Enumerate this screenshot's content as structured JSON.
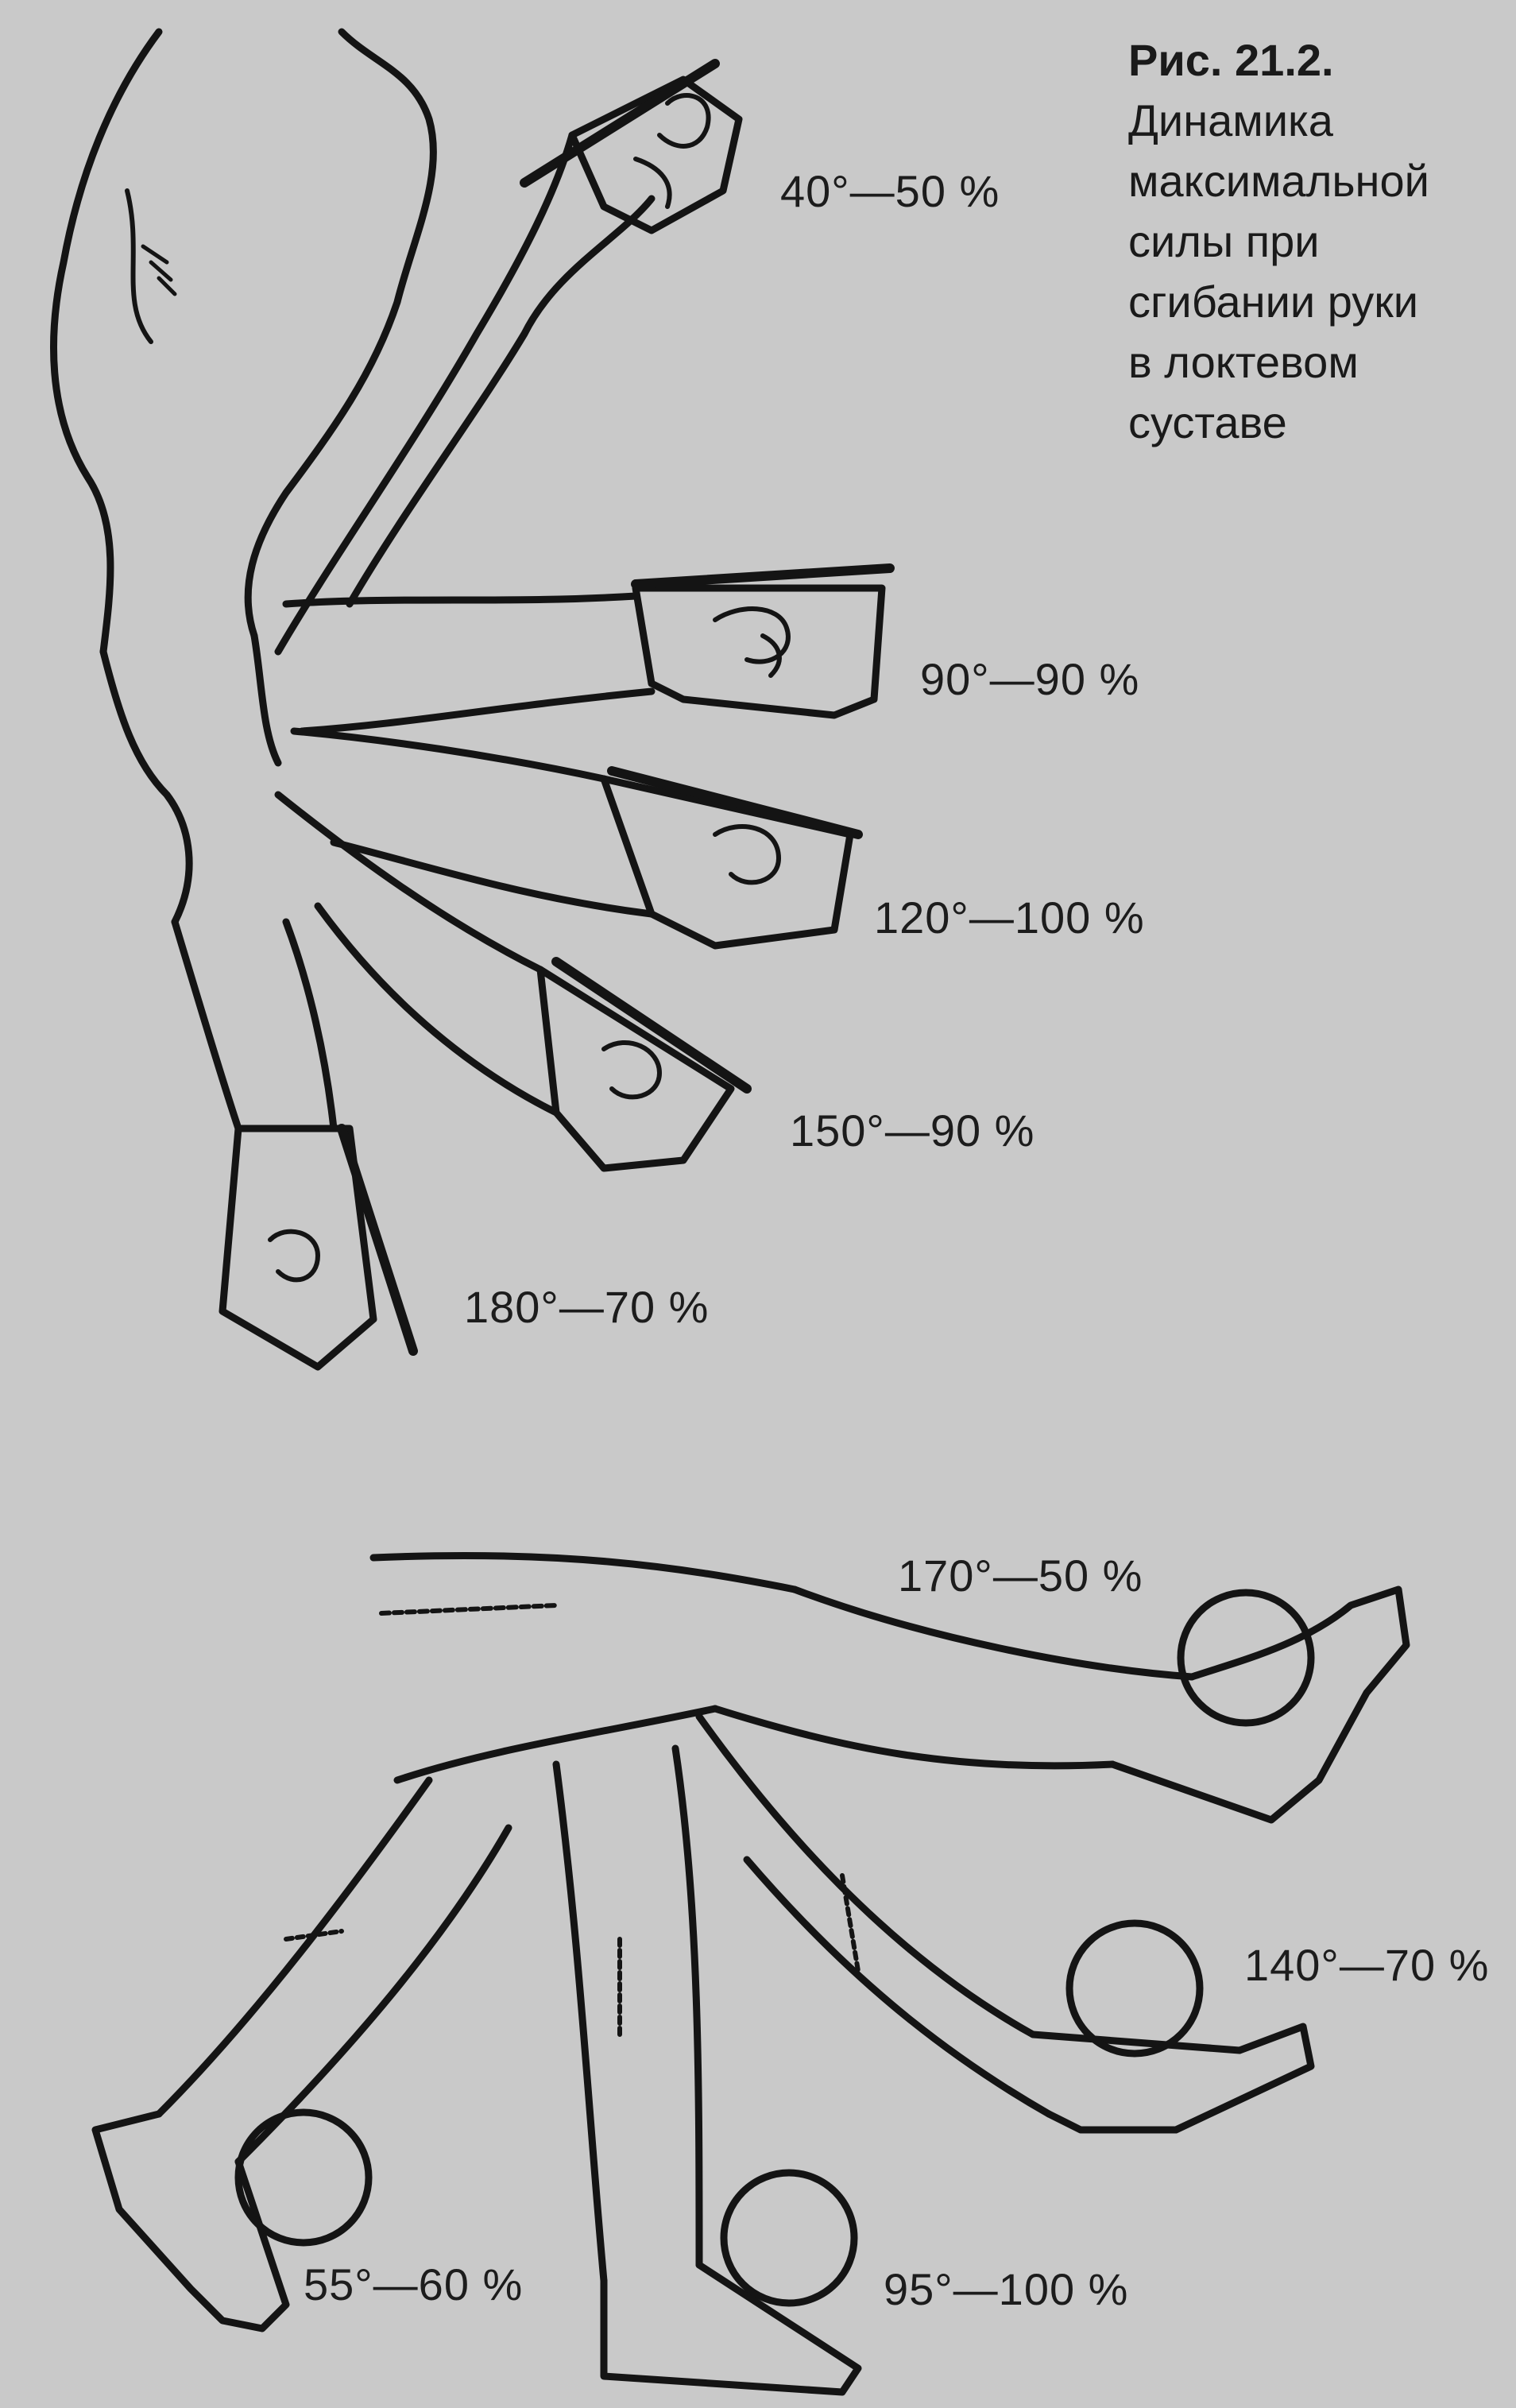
{
  "figure": {
    "title": "Рис. 21.2.",
    "caption_lines": [
      "Динамика",
      "максимальной",
      "силы при",
      "сгибании руки",
      "в локтевом",
      "суставе"
    ]
  },
  "arm_labels": {
    "a40": "40°—50 %",
    "a90": "90°—90 %",
    "a120": "120°—100 %",
    "a150": "150°—90 %",
    "a180": "180°—70 %"
  },
  "leg_labels": {
    "l170": "170°—50 %",
    "l140": "140°—70 %",
    "l95": "95°—100 %",
    "l55": "55°—60 %"
  },
  "colors": {
    "ink": "#141414",
    "paper": "#c9c9c9"
  }
}
